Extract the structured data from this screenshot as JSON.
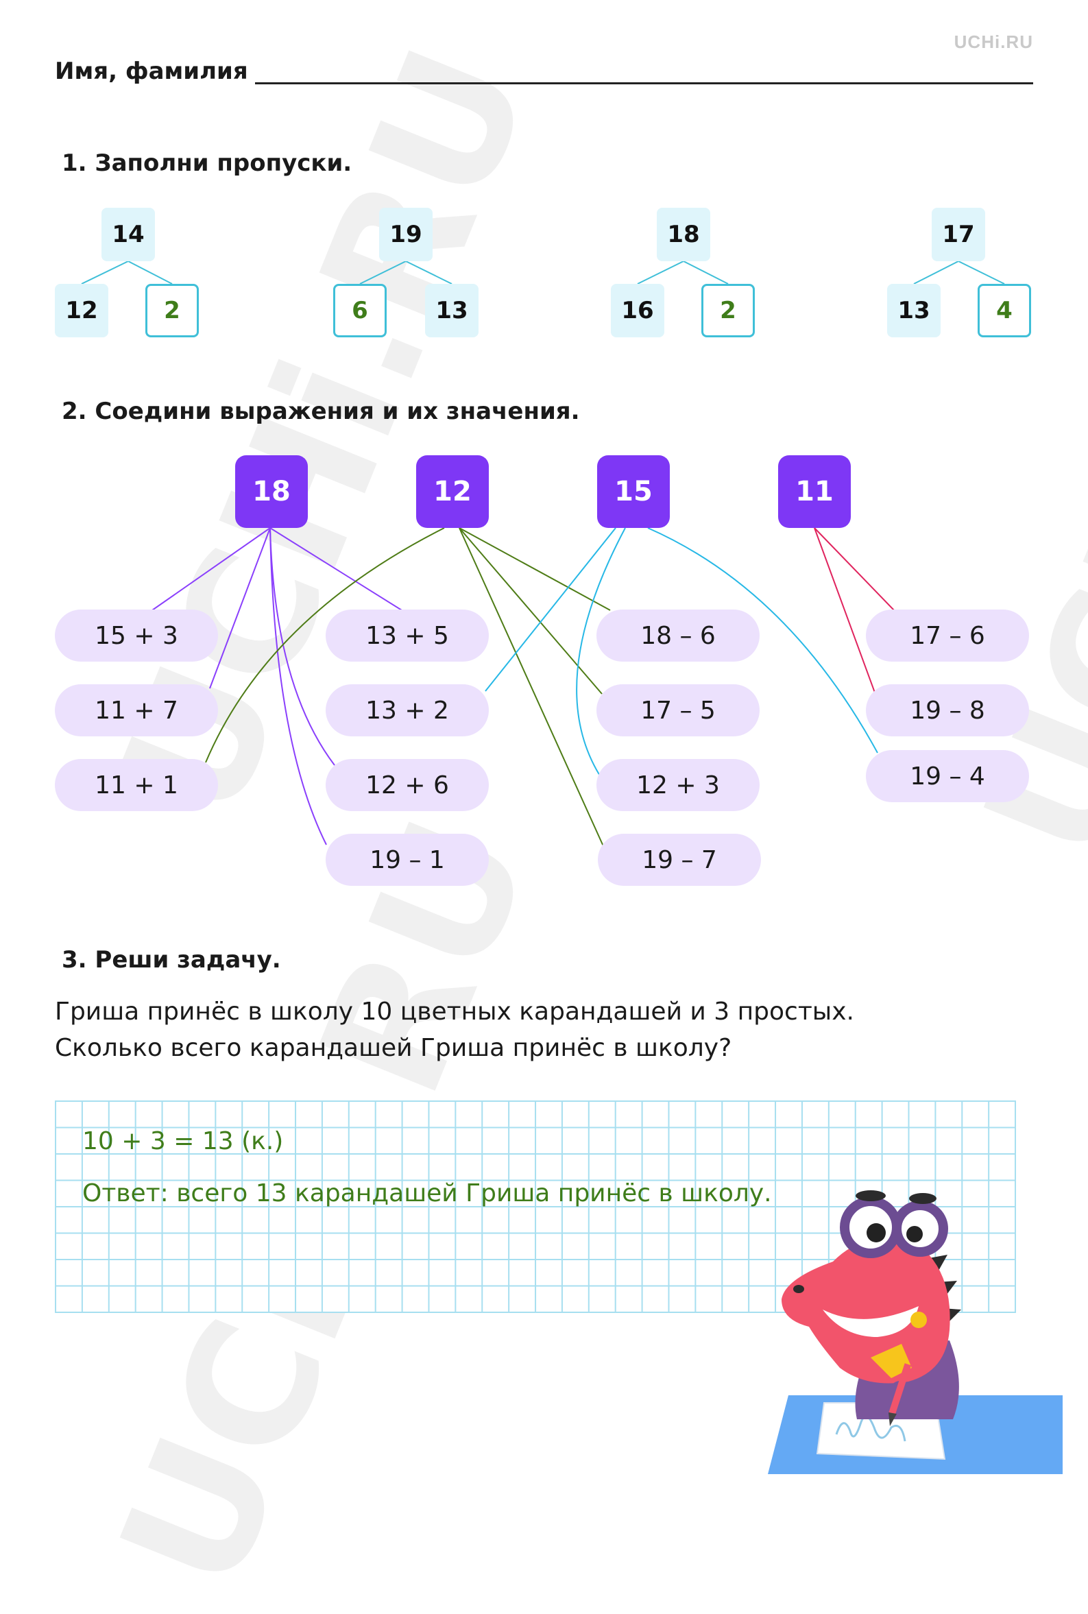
{
  "logo": "UCHi.RU",
  "watermark_text": "UCHi.RU",
  "name_label": "Имя, фамилия",
  "task1": {
    "title": "1. Заполни пропуски.",
    "trees": [
      {
        "top": "14",
        "left": "12",
        "right": "2",
        "answer_side": "right"
      },
      {
        "top": "19",
        "left": "6",
        "right": "13",
        "answer_side": "left"
      },
      {
        "top": "18",
        "left": "16",
        "right": "2",
        "answer_side": "right"
      },
      {
        "top": "17",
        "left": "13",
        "right": "4",
        "answer_side": "right"
      }
    ]
  },
  "task2": {
    "title": "2. Соедини выражения и их значения.",
    "values": [
      "18",
      "12",
      "15",
      "11"
    ],
    "expressions": [
      [
        "15 + 3",
        "11 + 7",
        "11 + 1"
      ],
      [
        "13 + 5",
        "13 + 2",
        "12 + 6",
        "19 – 1"
      ],
      [
        "18 – 6",
        "17 – 5",
        "12 + 3",
        "19 – 7"
      ],
      [
        "17 – 6",
        "19 – 8",
        "19 – 4"
      ]
    ],
    "colors": {
      "18": "#8a3ffc",
      "12": "#4e7c16",
      "15": "#27b8e6",
      "11": "#e0245e"
    }
  },
  "task3": {
    "title": "3. Реши задачу.",
    "problem_line1": "Гриша принёс в школу 10 цветных карандашей и 3 простых.",
    "problem_line2": "Сколько всего карандашей Гриша принёс в школу?",
    "solution": "10 + 3 = 13 (к.)",
    "answer": "Ответ: всего 13 карандашей Гриша принёс в школу."
  }
}
